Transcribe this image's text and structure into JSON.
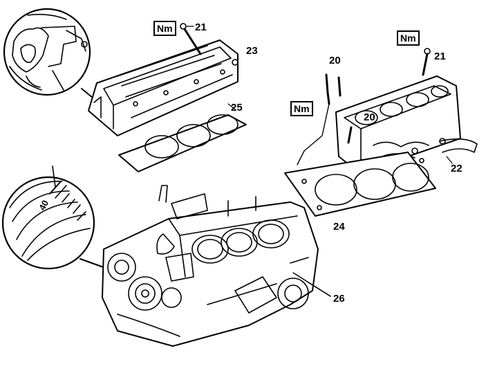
{
  "torque_symbol": "Nm",
  "callouts": {
    "c20": "20",
    "c21": "21",
    "c22": "22",
    "c23": "23",
    "c24": "24",
    "c25": "25",
    "c26": "26"
  },
  "detail_scale_mark": "40",
  "colors": {
    "ink": "#000000",
    "paper": "#ffffff"
  }
}
